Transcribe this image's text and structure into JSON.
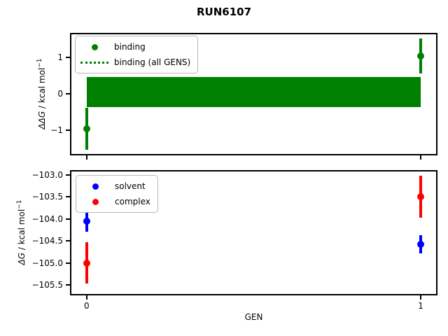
{
  "title": "RUN6107",
  "colors": {
    "binding": "#008000",
    "solvent": "#0000ff",
    "complex": "#ff0000",
    "axis": "#000000",
    "legend_border": "#b9b9b9"
  },
  "chart_data": [
    {
      "type": "scatter",
      "title": "RUN6107",
      "xlabel": "",
      "ylabel": {
        "math": "ΔΔG",
        "text": " / kcal mol",
        "sup": "−1"
      },
      "xlim": [
        -0.05,
        1.05
      ],
      "ylim": [
        -1.68,
        1.66
      ],
      "grid": false,
      "legend_position": "upper left",
      "yticks": [
        {
          "value": 1,
          "label": "1"
        },
        {
          "value": 0,
          "label": "0"
        },
        {
          "value": -1,
          "label": "−1"
        }
      ],
      "xticks": [
        {
          "value": 0,
          "label": ""
        },
        {
          "value": 1,
          "label": ""
        }
      ],
      "series": [
        {
          "name": "binding",
          "color_key": "binding",
          "marker": "circle",
          "points": [
            {
              "x": 0,
              "y": -0.95,
              "yerr": 0.57
            },
            {
              "x": 1,
              "y": 1.03,
              "yerr": 0.48
            }
          ]
        }
      ],
      "band": {
        "name": "binding (all GENS)",
        "color_key": "binding",
        "x_range": [
          0,
          1
        ],
        "y_range": [
          -0.36,
          0.46
        ]
      },
      "legend": {
        "entries": [
          {
            "label": "binding",
            "marker": "dot",
            "color_key": "binding"
          },
          {
            "label": "binding (all GENS)",
            "marker": "dotted-line",
            "color_key": "binding"
          }
        ]
      }
    },
    {
      "type": "scatter",
      "title": "",
      "xlabel": "GEN",
      "ylabel": {
        "math": "ΔG",
        "text": " / kcal mol",
        "sup": "−1"
      },
      "xlim": [
        -0.05,
        1.05
      ],
      "ylim": [
        -105.74,
        -102.89
      ],
      "grid": false,
      "legend_position": "upper left",
      "yticks": [
        {
          "value": -103.0,
          "label": "−103.0"
        },
        {
          "value": -103.5,
          "label": "−103.5"
        },
        {
          "value": -104.0,
          "label": "−104.0"
        },
        {
          "value": -104.5,
          "label": "−104.5"
        },
        {
          "value": -105.0,
          "label": "−105.0"
        },
        {
          "value": -105.5,
          "label": "−105.5"
        }
      ],
      "xticks": [
        {
          "value": 0,
          "label": "0"
        },
        {
          "value": 1,
          "label": "1"
        }
      ],
      "series": [
        {
          "name": "solvent",
          "color_key": "solvent",
          "marker": "circle",
          "points": [
            {
              "x": 0,
              "y": -104.05,
              "yerr": 0.24
            },
            {
              "x": 1,
              "y": -104.58,
              "yerr": 0.21
            }
          ]
        },
        {
          "name": "complex",
          "color_key": "complex",
          "marker": "circle",
          "points": [
            {
              "x": 0,
              "y": -105.0,
              "yerr": 0.47
            },
            {
              "x": 1,
              "y": -103.5,
              "yerr": 0.48
            }
          ]
        }
      ],
      "legend": {
        "entries": [
          {
            "label": "solvent",
            "marker": "dot",
            "color_key": "solvent"
          },
          {
            "label": "complex",
            "marker": "dot",
            "color_key": "complex"
          }
        ]
      }
    }
  ]
}
